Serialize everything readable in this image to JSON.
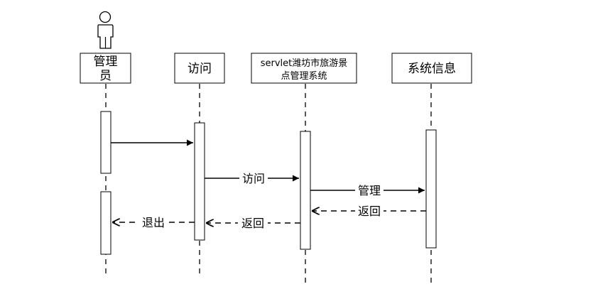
{
  "participants": [
    {
      "id": "admin",
      "lines": [
        "管理",
        "员"
      ],
      "is_actor": true
    },
    {
      "id": "visit",
      "lines": [
        "访问"
      ]
    },
    {
      "id": "system",
      "lines": [
        "servlet潍坊市旅游景",
        "点管理系统"
      ]
    },
    {
      "id": "info",
      "lines": [
        "系统信息"
      ]
    }
  ],
  "messages": [
    {
      "id": "m1",
      "label": "",
      "style": "solid"
    },
    {
      "id": "m2",
      "label": "访问",
      "style": "solid"
    },
    {
      "id": "m3",
      "label": "管理",
      "style": "solid"
    },
    {
      "id": "m4",
      "label": "返回",
      "style": "dashed"
    },
    {
      "id": "m5",
      "label": "返回",
      "style": "dashed"
    },
    {
      "id": "m6",
      "label": "退出",
      "style": "dashed"
    }
  ]
}
